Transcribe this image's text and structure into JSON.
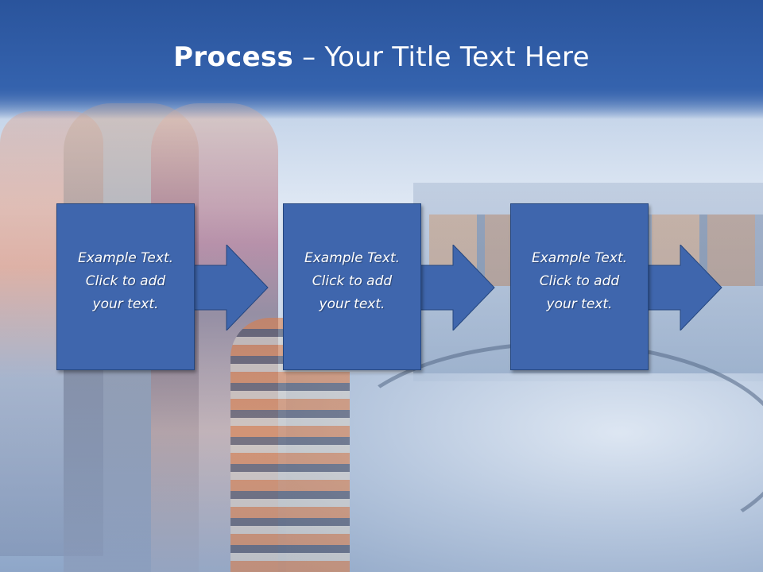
{
  "slide": {
    "title_bold": "Process",
    "title_rest": " – Your Title Text Here",
    "colors": {
      "title_band": "#3462ad",
      "box_fill": "#3f66ad",
      "box_border": "#24467f",
      "text": "#ffffff"
    }
  },
  "steps": [
    {
      "line1": "Example Text.",
      "line2": "Click  to add",
      "line3": "your text."
    },
    {
      "line1": "Example Text.",
      "line2": "Click  to add",
      "line3": "your text."
    },
    {
      "line1": "Example Text.",
      "line2": "Click  to add",
      "line3": "your text."
    }
  ]
}
